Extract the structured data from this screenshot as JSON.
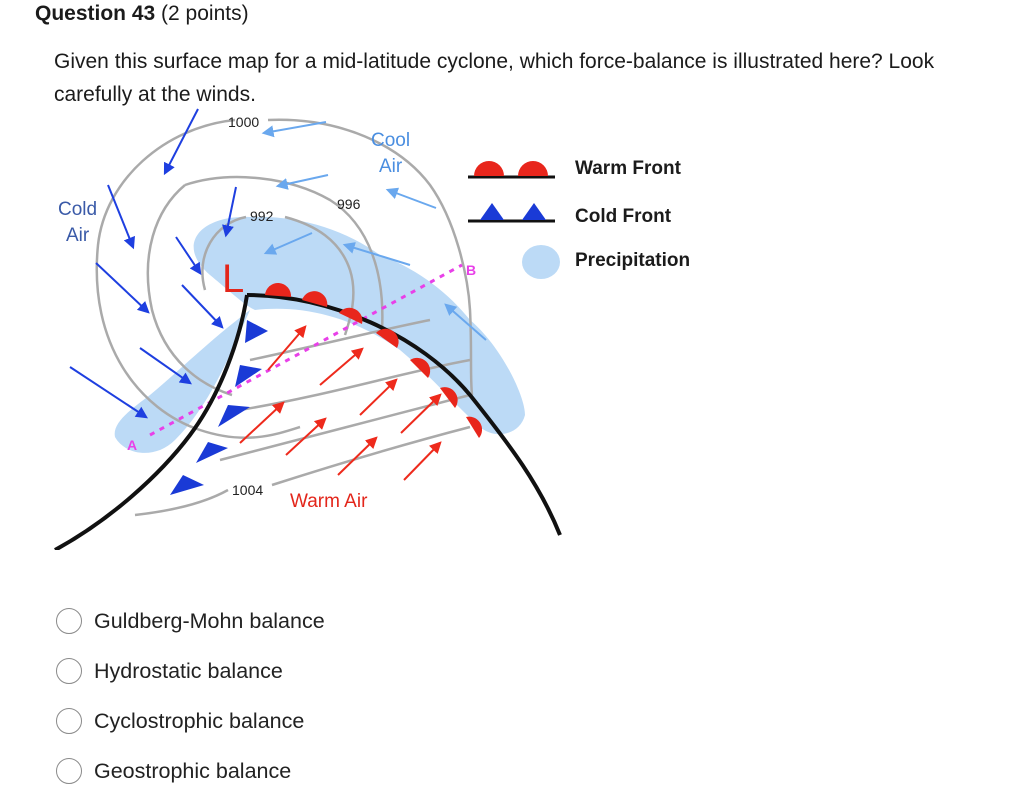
{
  "question": {
    "number_label": "Question 43",
    "points_label": "(2 points)",
    "prompt": "Given this surface map for a mid-latitude cyclone, which force-balance is illustrated here? Look carefully at the winds."
  },
  "map": {
    "isobar_labels": [
      "1000",
      "992",
      "996",
      "1004"
    ],
    "low_marker": "L",
    "cold_air_label": [
      "Cold",
      "Air"
    ],
    "cool_air_label": [
      "Cool",
      "Air"
    ],
    "warm_air_label": "Warm Air",
    "point_a": "A",
    "point_b": "B",
    "colors": {
      "warm_front": "#e8261c",
      "cold_front": "#1a3ad6",
      "precipitation": "#bcdaf6",
      "cold_wind_arrow": "#1e3fe0",
      "warm_wind_arrow": "#ee2a1c",
      "cool_wind_arrow": "#6aa8ee",
      "cross_section_line": "#e840e8",
      "isobar": "#aaaaaa",
      "low_marker": "#e3261b"
    },
    "legend": {
      "warm_front": "Warm Front",
      "cold_front": "Cold Front",
      "precipitation": "Precipitation"
    }
  },
  "answers": [
    {
      "label": "Guldberg-Mohn balance",
      "selected": false
    },
    {
      "label": "Hydrostatic balance",
      "selected": false
    },
    {
      "label": "Cyclostrophic balance",
      "selected": false
    },
    {
      "label": "Geostrophic balance",
      "selected": false
    }
  ]
}
